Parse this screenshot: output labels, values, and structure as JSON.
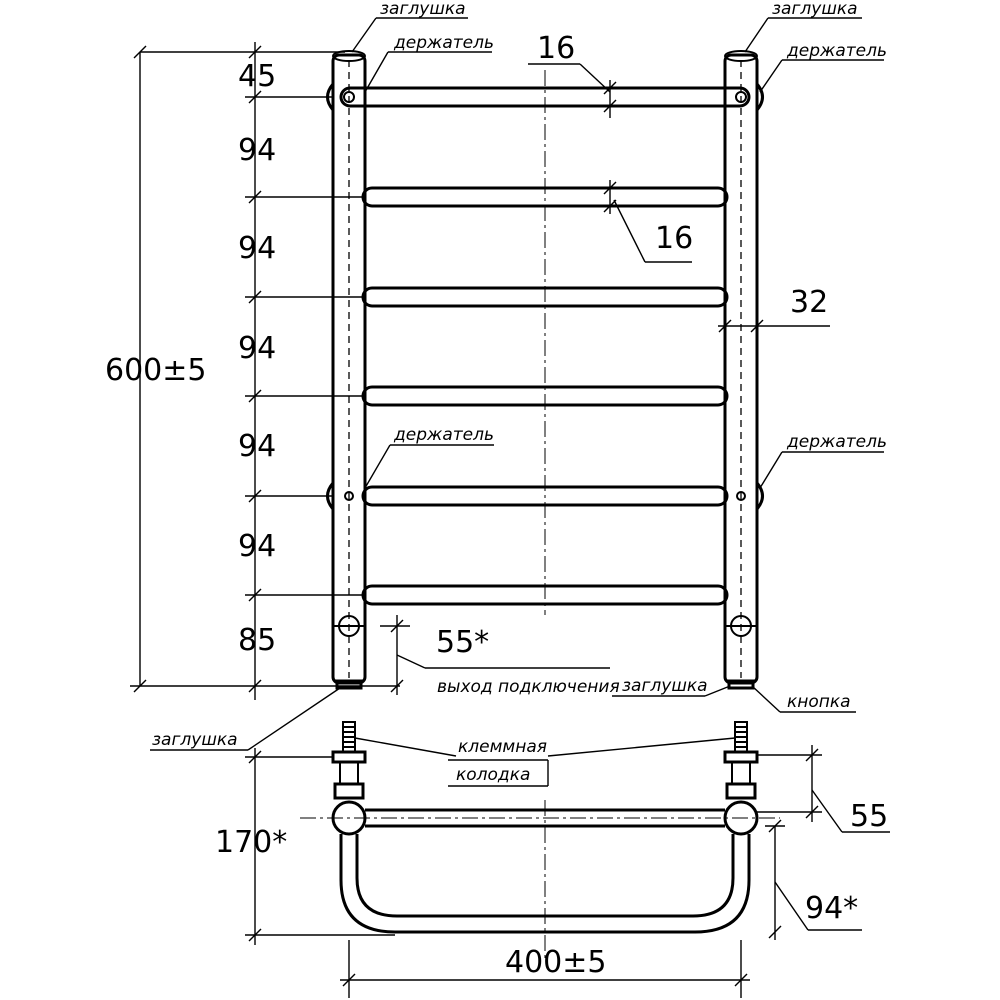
{
  "dimensions": {
    "top_offset": "45",
    "pitch_1": "94",
    "pitch_2": "94",
    "pitch_3": "94",
    "pitch_4": "94",
    "pitch_5": "94",
    "bottom_offset": "85",
    "overall_height": "600±5",
    "rail_diameter_top": "16",
    "rail_diameter_mid": "16",
    "riser_diameter": "32",
    "outlet_offset": "55*",
    "block_height": "55",
    "lower_depth": "170*",
    "lower_offset": "94*",
    "overall_width": "400±5"
  },
  "labels": {
    "plug_top_left": "заглушка",
    "plug_top_right": "заглушка",
    "holder_top_left": "держатель",
    "holder_top_right": "держатель",
    "holder_mid_left": "держатель",
    "holder_mid_right": "держатель",
    "connection_outlet": "выход подключения",
    "plug_bottom_right": "заглушка",
    "button": "кнопка",
    "plug_bottom_left": "заглушка",
    "terminal_block_1": "клеммная",
    "terminal_block_2": "колодка"
  }
}
